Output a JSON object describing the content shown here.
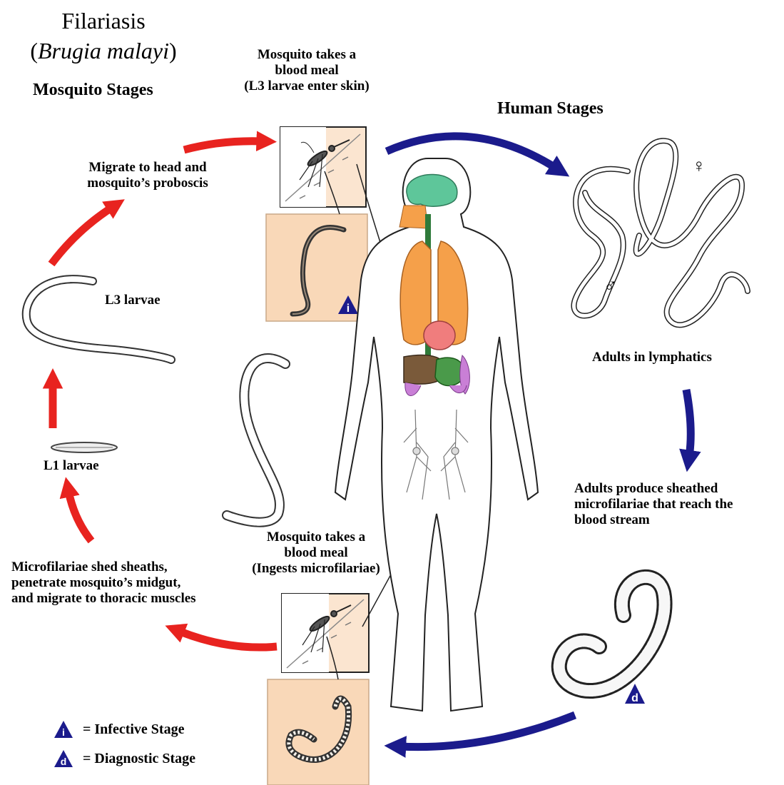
{
  "title": {
    "main": "Filariasis",
    "sci_open": "(",
    "sci_name": "Brugia malayi",
    "sci_close": ")"
  },
  "sections": {
    "mosquito": "Mosquito Stages",
    "human": "Human Stages"
  },
  "steps": {
    "bite_in": [
      "Mosquito takes a",
      "blood meal",
      "(L3 larvae enter skin)"
    ],
    "adults": "Adults in lymphatics",
    "microfilariae": [
      "Adults produce sheathed",
      "microfilariae that reach the",
      "blood stream"
    ],
    "bite_out": [
      "Mosquito takes a",
      "blood meal",
      "(Ingests microfilariae)"
    ],
    "midgut": [
      "Microfilariae shed sheaths,",
      "penetrate mosquito’s midgut,",
      "and migrate to thoracic muscles"
    ],
    "l1": "L1 larvae",
    "l3": "L3 larvae",
    "migrate": [
      "Migrate to head and",
      "mosquito’s proboscis"
    ]
  },
  "symbols": {
    "male": "♂",
    "female": "♀",
    "infective_glyph": "i",
    "diagnostic_glyph": "d"
  },
  "legend": [
    {
      "glyph": "i",
      "text": "= Infective Stage"
    },
    {
      "glyph": "d",
      "text": "= Diagnostic Stage"
    }
  ],
  "colors": {
    "mosquito_arrows": "#e8231f",
    "human_arrows": "#1b1b8c",
    "skin_panel": "#f9d8b8",
    "brain": "#5ec69a",
    "lungs": "#f5a04a",
    "heart": "#f07d7d",
    "liver": "#7a5a3a",
    "stomach": "#4a9a4a",
    "spleen": "#c97fd6"
  }
}
